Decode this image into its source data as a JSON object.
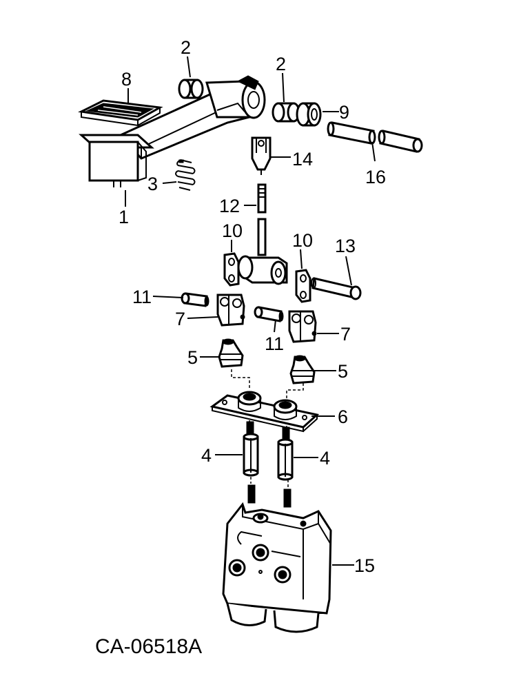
{
  "diagram": {
    "callouts": [
      {
        "id": "c2a",
        "label": "2"
      },
      {
        "id": "c2b",
        "label": "2"
      },
      {
        "id": "c8",
        "label": "8"
      },
      {
        "id": "c9",
        "label": "9"
      },
      {
        "id": "c14",
        "label": "14"
      },
      {
        "id": "c3",
        "label": "3"
      },
      {
        "id": "c16",
        "label": "16"
      },
      {
        "id": "c1",
        "label": "1"
      },
      {
        "id": "c12",
        "label": "12"
      },
      {
        "id": "c10a",
        "label": "10"
      },
      {
        "id": "c10b",
        "label": "10"
      },
      {
        "id": "c13",
        "label": "13"
      },
      {
        "id": "c11a",
        "label": "11"
      },
      {
        "id": "c7a",
        "label": "7"
      },
      {
        "id": "c11b",
        "label": "11"
      },
      {
        "id": "c7b",
        "label": "7"
      },
      {
        "id": "c5a",
        "label": "5"
      },
      {
        "id": "c5b",
        "label": "5"
      },
      {
        "id": "c6",
        "label": "6"
      },
      {
        "id": "c4a",
        "label": "4"
      },
      {
        "id": "c4b",
        "label": "4"
      },
      {
        "id": "c15",
        "label": "15"
      }
    ],
    "figure_code": "CA-06518A"
  }
}
